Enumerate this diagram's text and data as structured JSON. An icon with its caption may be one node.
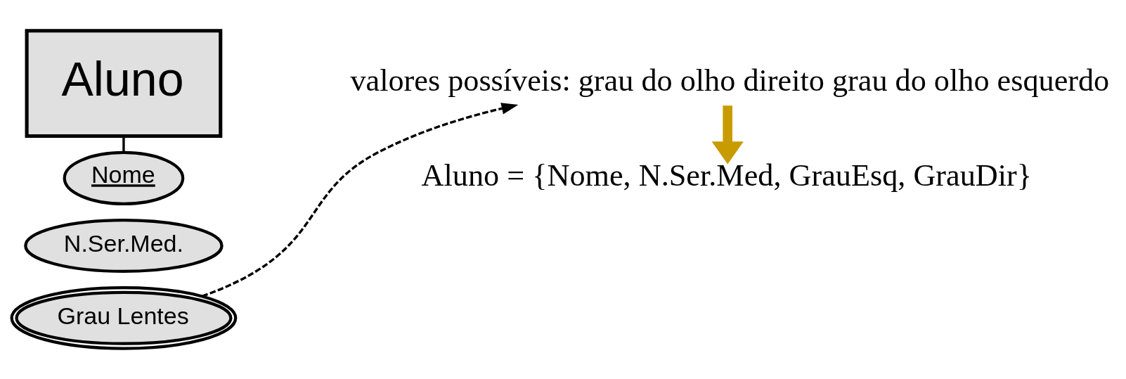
{
  "diagram": {
    "nodes": [
      {
        "text": [
          "Aluno"
        ]
      },
      {
        "text": [
          "Nome"
        ]
      },
      {
        "text": [
          "N.Ser.Med."
        ]
      },
      {
        "text": [
          "Grau Lentes"
        ]
      },
      {
        "text": [
          "valores possíveis: grau do olho direito grau do olho esquerdo"
        ]
      },
      {
        "text": [
          "Aluno = {Nome, N.Ser.Med, GrauEsq, GrauDir}"
        ]
      }
    ],
    "edges": [
      {
        "from": 0,
        "to": 1,
        "arrow": "none"
      },
      {
        "from": 3,
        "to": 4,
        "arrow": "to",
        "style": "dashed"
      },
      {
        "from": 4,
        "to": 5,
        "arrow": "to",
        "style": "thick",
        "color": "#c89b00"
      }
    ]
  }
}
